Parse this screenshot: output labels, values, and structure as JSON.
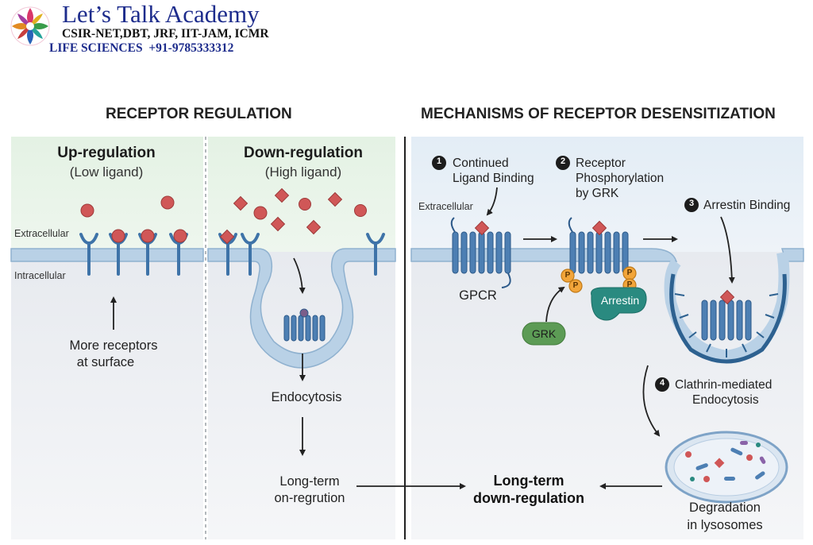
{
  "brand": {
    "title": "Let’s Talk Academy",
    "subtitle": "CSIR-NET,DBT, JRF, IIT-JAM, ICMR",
    "subtitle2": "LIFE SCIENCES  +91-9785333312",
    "logo_icon": "flower-logo-icon"
  },
  "left_section": {
    "heading": "RECEPTOR REGULATION"
  },
  "right_section": {
    "heading": "MECHANISMS OF RECEPTOR DESENSITIZATION"
  },
  "upregulation": {
    "title": "Up-regulation",
    "subtitle": "(Low ligand)",
    "extracellular": "Extracellular",
    "intracellular": "Intracellular",
    "note_line1": "More receptors",
    "note_line2": "at surface"
  },
  "downregulation": {
    "title": "Down-regulation",
    "subtitle": "(High ligand)",
    "endocytosis": "Endocytosis",
    "long_term_line1": "Long-term",
    "long_term_line2": "on-regrution"
  },
  "desensitization": {
    "extracellular": "Extracellular",
    "gpcr": "GPCR",
    "step1": {
      "number": "1",
      "line1": "Continued",
      "line2": "Ligand Binding"
    },
    "step2": {
      "number": "2",
      "line1": "Receptor",
      "line2": "Phosphorylation",
      "line3": "by GRK"
    },
    "step3": {
      "number": "3",
      "line1": "Arrestin Binding"
    },
    "step4": {
      "number": "4",
      "line1": "Clathrin-mediated",
      "line2": "Endocytosis"
    },
    "phospho": "P",
    "grk": "GRK",
    "arrestin": "Arrestin",
    "outcome_line1": "Long-term",
    "outcome_line2": "down-regulation",
    "degradation_line1": "Degradation",
    "degradation_line2": "in lysosomes"
  },
  "colors": {
    "receptor": "#3e73a8",
    "ligand": "#d05757",
    "membrane": "#a9c6df",
    "green_panel": "#e6f3e6",
    "grk": "#5c9b55",
    "arrestin": "#2a8a80",
    "phosphate": "#f2a53a"
  }
}
